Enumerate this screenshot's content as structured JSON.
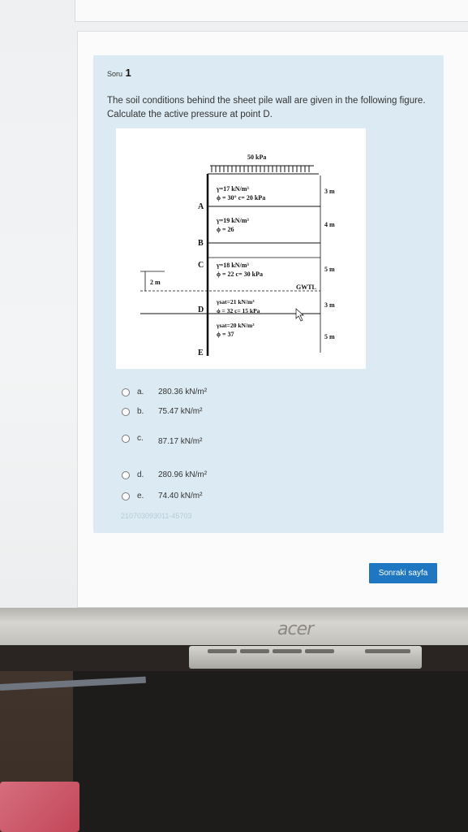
{
  "question": {
    "label_prefix": "Soru",
    "number": "1",
    "text": "The soil conditions behind the sheet pile wall are given in the following figure. Calculate the active pressure at point D."
  },
  "figure": {
    "surcharge": "50 kPa",
    "points": [
      "A",
      "B",
      "C",
      "D",
      "E"
    ],
    "layers": [
      {
        "line1": "γ=17 kN/m³",
        "line2": "ϕ = 30°   c= 20 kPa",
        "thickness": "3 m"
      },
      {
        "line1": "γ=19 kN/m³",
        "line2": "ϕ = 26",
        "thickness": "4 m"
      },
      {
        "line1": "γ=18 kN/m³",
        "line2": "ϕ = 22  c= 30 kPa",
        "thickness": "5 m"
      },
      {
        "line1": "γsat=21 kN/m³",
        "line2": "ϕ = 32    c= 15 kPa",
        "thickness": "3 m"
      },
      {
        "line1": "γsat=20 kN/m³",
        "line2": "ϕ = 37",
        "thickness": "5 m"
      }
    ],
    "gwt_label": "GWTL",
    "excavation_depth": "2 m"
  },
  "options": [
    {
      "letter": "a.",
      "value": "280.36 kN/m²"
    },
    {
      "letter": "b.",
      "value": "75.47 kN/m²"
    },
    {
      "letter": "c.",
      "value": "87.17 kN/m²"
    },
    {
      "letter": "d.",
      "value": "280.96 kN/m²"
    },
    {
      "letter": "e.",
      "value": "74.40 kN/m²"
    }
  ],
  "question_id": "210703093011-45703",
  "next_button": "Sonraki sayfa",
  "monitor_brand": "acer"
}
